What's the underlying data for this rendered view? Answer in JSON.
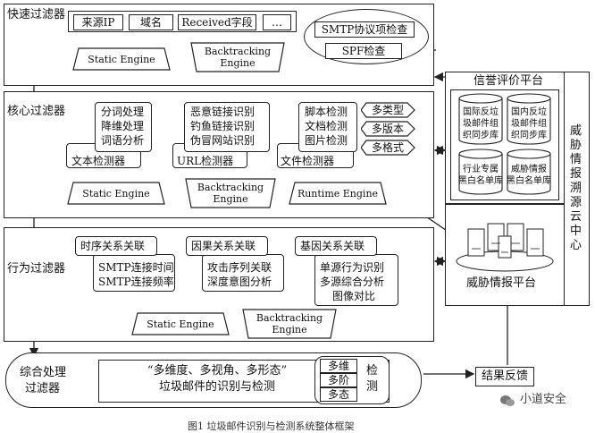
{
  "fast_filter": {
    "title": "快速过滤器",
    "fields": [
      "来源IP",
      "域名",
      "Received字段",
      "…"
    ],
    "static_engine": "Static Engine",
    "backtracking_engine": [
      "Backtracking",
      "Engine"
    ],
    "smtp_check": "SMTP协议项检查",
    "spf_check": "SPF检查"
  },
  "core_filter": {
    "title": "核心过滤器",
    "text_items": [
      "分词处理",
      "降维处理",
      "词语分析"
    ],
    "text_detector": "文本检测器",
    "url_items": [
      "恶意链接识别",
      "钓鱼链接识别",
      "伪冒网站识别"
    ],
    "url_detector": "URL检测器",
    "file_items": [
      "脚本检测",
      "文档检测",
      "图片检测"
    ],
    "file_detector": "文件检测器",
    "multi": [
      "多类型",
      "多版本",
      "多格式"
    ],
    "static_engine": "Static Engine",
    "backtracking_engine": [
      "Backtracking",
      "Engine"
    ],
    "runtime_engine": "Runtime Engine"
  },
  "behavior_filter": {
    "title": "行为过滤器",
    "temporal_title": "时序关系关联",
    "temporal_items": [
      "SMTP连接时间",
      "SMTP连接频率"
    ],
    "causal_title": "因果关系关联",
    "causal_items": [
      "攻击序列关联",
      "深度意图分析"
    ],
    "gene_title": "基因关系关联",
    "gene_items": [
      "单源行为识别",
      "多源综合分析",
      "图像对比"
    ],
    "static_engine": "Static Engine",
    "backtracking_engine": [
      "Backtracking",
      "Engine"
    ]
  },
  "integrated": {
    "title": [
      "综合处理",
      "过滤器"
    ],
    "description": [
      "“多维度、多视角、多形态”",
      "垃圾邮件的识别与检测"
    ],
    "multi": [
      "多维",
      "多阶",
      "多态"
    ],
    "detect": [
      "检",
      "测"
    ]
  },
  "cloud_center": {
    "reputation_title": "信誉评价平台",
    "databases": [
      [
        "国际反垃",
        "圾邮件组",
        "织同步库"
      ],
      [
        "国内反垃",
        "圾邮件组",
        "织同步库"
      ],
      [
        "行业专属",
        "黑白名单库"
      ],
      [
        "威胁情报",
        "黑白名单库"
      ]
    ],
    "vertical_label": [
      "威",
      "胁",
      "情",
      "报",
      "溯",
      "源",
      "云",
      "中",
      "心"
    ],
    "threat_platform": "威胁情报平台",
    "feedback": "结果反馈"
  },
  "watermark": "小道安全",
  "caption": "图1 垃圾邮件识别与检测系统整体框架"
}
